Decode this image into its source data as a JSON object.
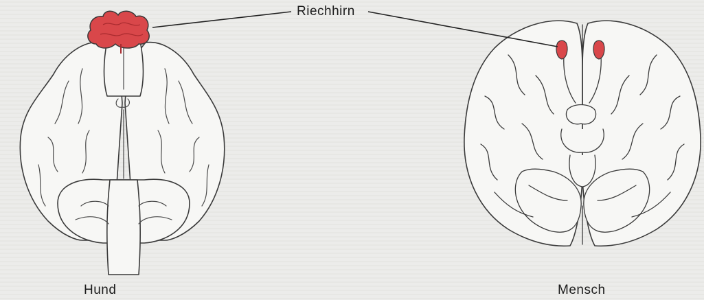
{
  "labels": {
    "olfactory_brain": "Riechhirn",
    "left_caption": "Hund",
    "right_caption": "Mensch"
  },
  "colors": {
    "background": "#ececea",
    "outline": "#3a3a3a",
    "brain_fill": "#f7f7f5",
    "highlight": "#d9474a"
  }
}
